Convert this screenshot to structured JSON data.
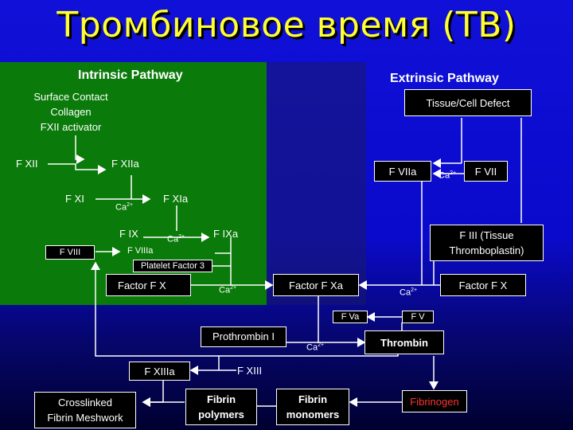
{
  "title": "Тромбиновое время (ТВ)",
  "headers": {
    "intrinsic": "Intrinsic Pathway",
    "extrinsic": "Extrinsic Pathway"
  },
  "nodes": {
    "surface_contact": [
      "Surface Contact",
      "Collagen",
      "FXII activator"
    ],
    "tissue_defect": "Tissue/Cell Defect",
    "fxii": "F XII",
    "fxiia": "F XIIa",
    "fviia": "F VIIa",
    "fvii": "F VII",
    "fxi": "F XI",
    "fxia": "F XIa",
    "fix": "F IX",
    "fixa": "F IXa",
    "fiii": [
      "F III (Tissue",
      "Thromboplastin)"
    ],
    "fviii": "F VIII",
    "fviiia": "F VIIIa",
    "platelet_factor": "Platelet Factor 3",
    "factor_fx_left": "Factor F X",
    "factor_fxa": "Factor F Xa",
    "factor_fx_right": "Factor F X",
    "fva": "F Va",
    "fv": "F V",
    "prothrombin": "Prothrombin I",
    "thrombin": "Thrombin",
    "fxiiia": "F XIIIa",
    "fxiii": "F XIII",
    "crosslinked": [
      "Crosslinked",
      "Fibrin Meshwork"
    ],
    "fibrin_polymers": [
      "Fibrin",
      "polymers"
    ],
    "fibrin_monomers": [
      "Fibrin",
      "monomers"
    ],
    "fibrinogen": "Fibrinogen"
  },
  "calcium": {
    "base": "Ca",
    "charge": "2+"
  },
  "colors": {
    "title": "#ffff33",
    "green_panel": "#0a7a0a",
    "fibrinogen_text": "#ff3333"
  }
}
